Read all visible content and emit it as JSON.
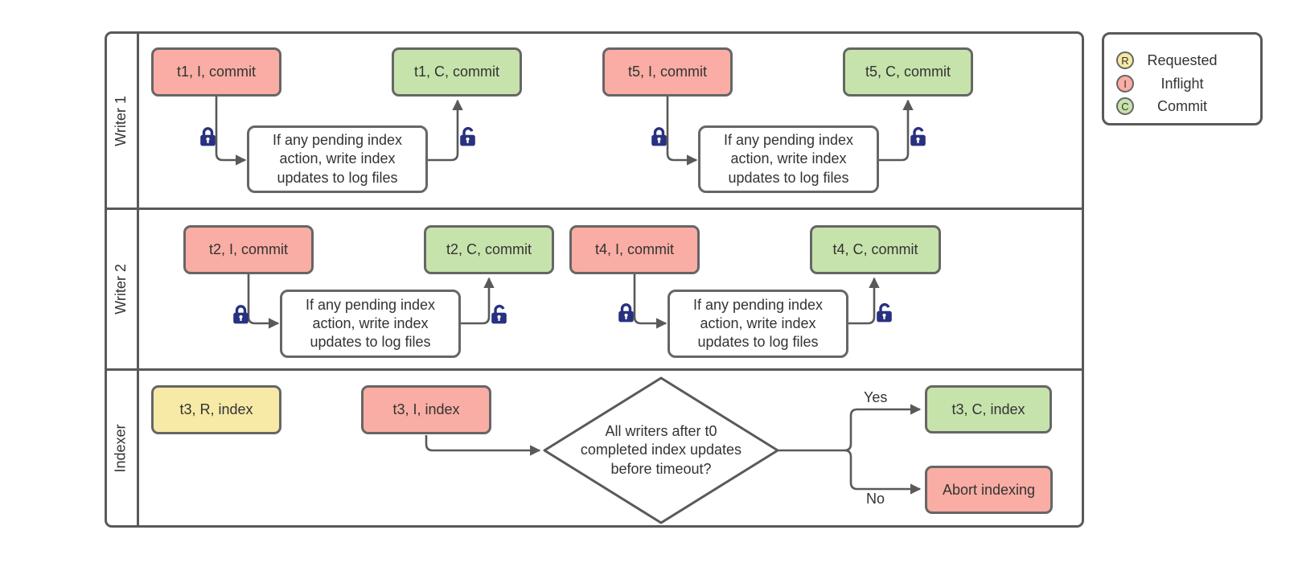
{
  "legend": {
    "items": [
      {
        "letter": "R",
        "label": "Requested"
      },
      {
        "letter": "I",
        "label": "Inflight"
      },
      {
        "letter": "C",
        "label": "Commit"
      }
    ]
  },
  "lanes": [
    {
      "label": "Writer 1"
    },
    {
      "label": "Writer 2"
    },
    {
      "label": "Indexer"
    }
  ],
  "nodes": {
    "t1_inflight": "t1, I, commit",
    "t1_commit": "t1, C, commit",
    "t5_inflight": "t5, I, commit",
    "t5_commit": "t5, C, commit",
    "t2_inflight": "t2, I, commit",
    "t2_commit": "t2, C, commit",
    "t4_inflight": "t4, I, commit",
    "t4_commit": "t4, C, commit",
    "t3_requested": "t3, R, index",
    "t3_inflight": "t3, I, index",
    "t3_commit": "t3, C, index",
    "abort": "Abort indexing"
  },
  "process_note": {
    "lines": [
      "If any pending index",
      "action, write index",
      "updates to log files"
    ]
  },
  "decision": {
    "lines": [
      "All writers after t0",
      "completed index updates",
      "before timeout?"
    ],
    "yes_label": "Yes",
    "no_label": "No"
  },
  "colors": {
    "requested_fill": "#f7e9a6",
    "inflight_fill": "#f9ada4",
    "commit_fill": "#c7e3ac",
    "line_gray": "#595959",
    "box_border": "#666666",
    "lock_navy": "#283180",
    "text": "#333333"
  }
}
